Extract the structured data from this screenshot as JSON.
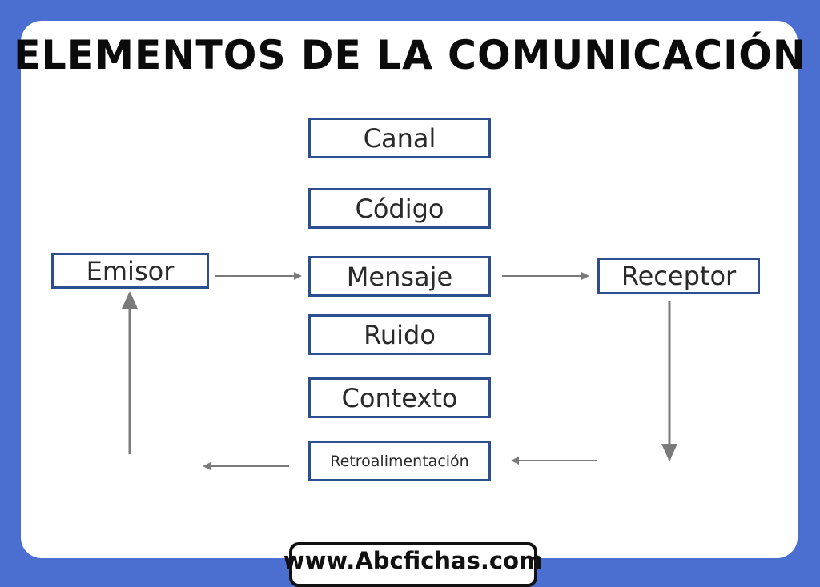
{
  "title": "ELEMENTOS DE LA COMUNICACIÓN",
  "nodes": {
    "canal": "Canal",
    "codigo": "Código",
    "emisor": "Emisor",
    "mensaje": "Mensaje",
    "receptor": "Receptor",
    "ruido": "Ruido",
    "contexto": "Contexto",
    "retroalimentacion": "Retroalimentación"
  },
  "footer": "www.Abcfichas.com",
  "colors": {
    "background": "#4a6fd0",
    "box_border": "#2d4f8f",
    "arrow": "#7a7a7a"
  }
}
